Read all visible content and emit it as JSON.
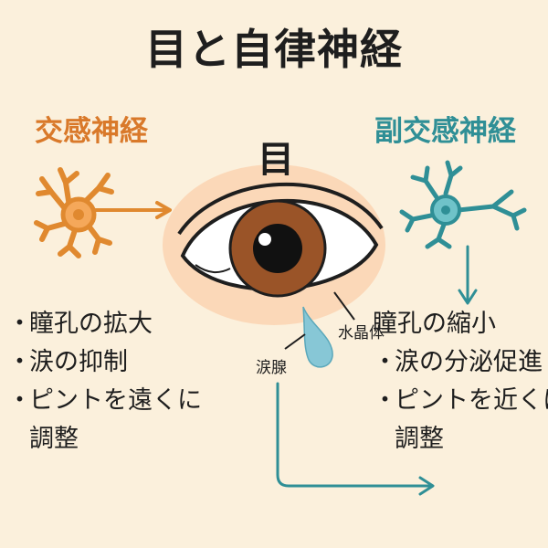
{
  "title": "目と自律神経",
  "sympathetic": {
    "label": "交感神経",
    "effects": [
      "瞳孔の拡大",
      "涙の抑制",
      "ピントを遠くに",
      "調整"
    ]
  },
  "parasympathetic": {
    "label": "副交感神経",
    "effects": [
      "瞳孔の縮小",
      "涙の分泌促進",
      "ピントを近くに",
      "調整"
    ]
  },
  "eye": {
    "label": "目",
    "lacrimal_gland_label": "涙腺",
    "lens_label": "水晶体"
  },
  "colors": {
    "sympathetic": "#d9792a",
    "parasympathetic": "#2f8f96",
    "iris": "#9a5428",
    "background": "#fbf0dc"
  }
}
